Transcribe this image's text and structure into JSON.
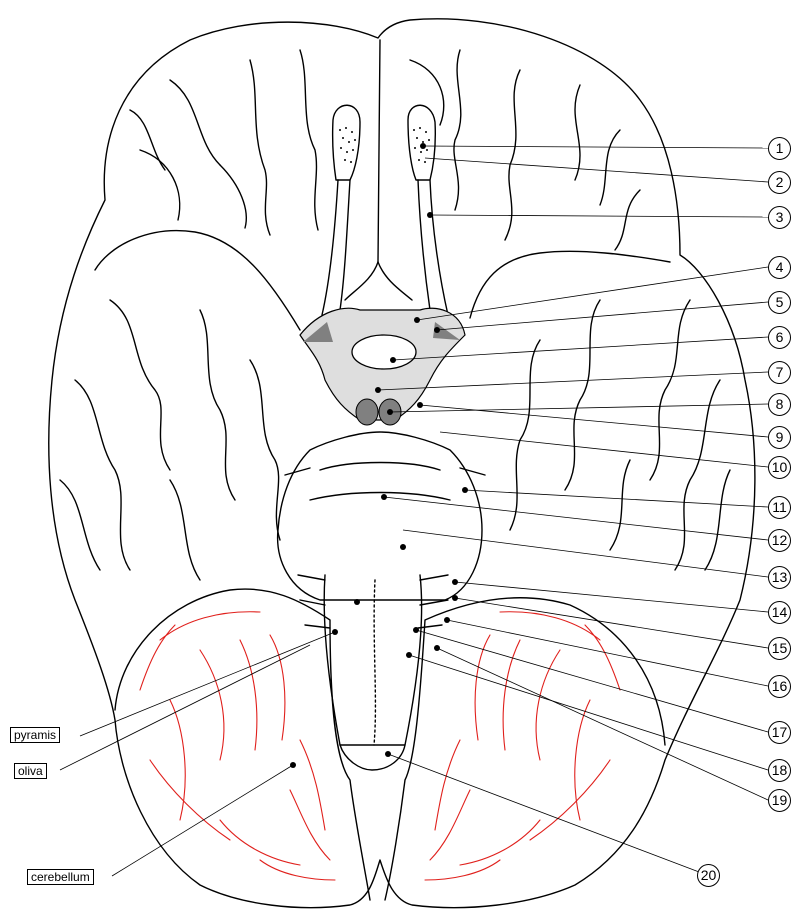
{
  "labels": {
    "pyramis": "pyramis",
    "oliva": "oliva",
    "cerebellum": "cerebellum"
  },
  "callouts": [
    "1",
    "2",
    "3",
    "4",
    "5",
    "6",
    "7",
    "8",
    "9",
    "10",
    "11",
    "12",
    "13",
    "14",
    "15",
    "16",
    "17",
    "18",
    "19",
    "20"
  ],
  "colors": {
    "outline": "#000000",
    "cerebellum_folia": "#e0201c",
    "base_region": "#dedede",
    "tract_triangle": "#808080",
    "mammillary": "#808080"
  }
}
